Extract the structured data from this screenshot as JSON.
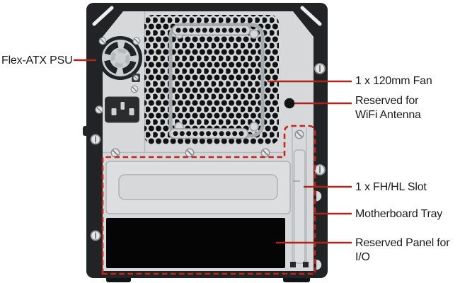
{
  "figure": {
    "type": "pc-case-rear-panel-diagram",
    "view": "rear"
  },
  "colors": {
    "red-line": "#b0251a",
    "red-dash": "#c8241a",
    "panel": "#d6d8da",
    "panel-light": "#dcdee0",
    "frame": "#212325",
    "label-text": "#1b1b1b",
    "hole": "#131415"
  },
  "callouts": {
    "psu": "Flex-ATX PSU",
    "fan": "1 x 120mm Fan",
    "wifi": "Reserved for\nWiFi Antenna",
    "slot": "1 x FH/HL Slot",
    "tray": "Motherboard Tray",
    "io": "Reserved Panel for I/O"
  }
}
